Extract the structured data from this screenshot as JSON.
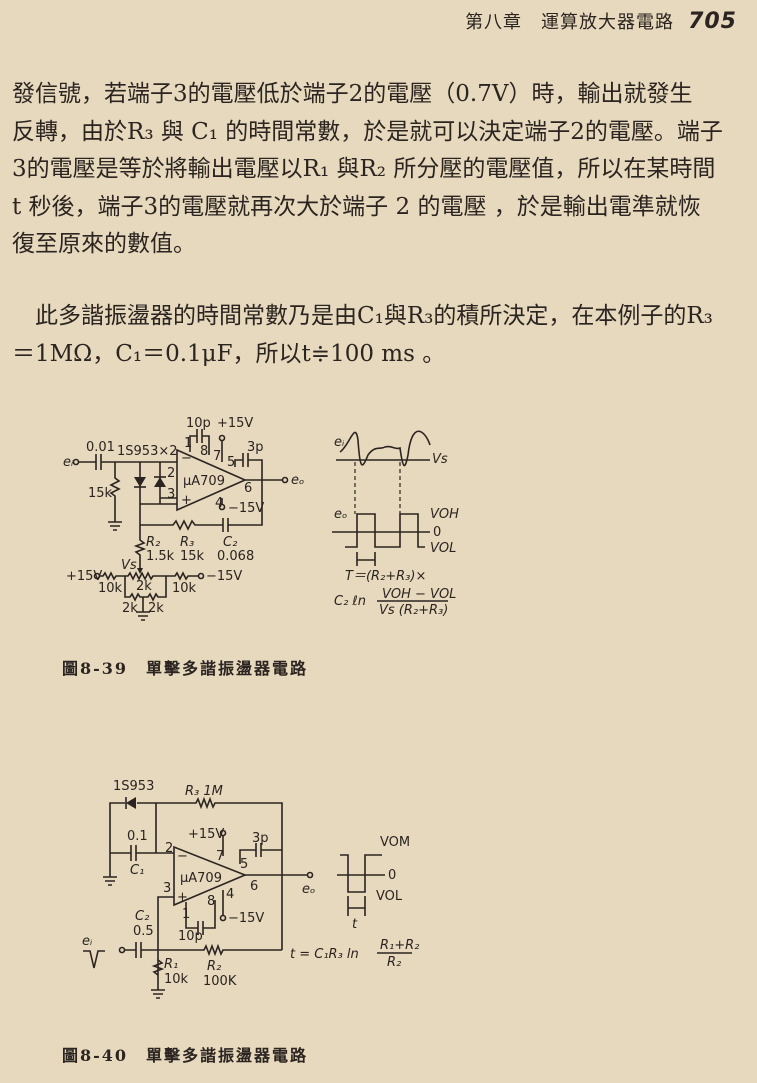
{
  "header": {
    "chapter": "第八章　運算放大器電路",
    "page_number": "705"
  },
  "paragraph1": [
    "發信號，若端子3的電壓低於端子2的電壓（0.7V）時，輸出就發生",
    "反轉，由於R₃ 與 C₁ 的時間常數，於是就可以決定端子2的電壓。端子",
    "3的電壓是等於將輸出電壓以R₁ 與R₂ 所分壓的電壓值，所以在某時間",
    "t 秒後，端子3的電壓就再次大於端子 2 的電壓 ，於是輸出電準就恢",
    "復至原來的數值。"
  ],
  "paragraph2": [
    "　此多諧振盪器的時間常數乃是由C₁與R₃的積所決定，在本例子的R₃",
    "＝1MΩ，C₁＝0.1μF，所以t≑100 ms 。"
  ],
  "figure_8_39": {
    "caption": "圖8-39　單擊多諧振盪器電路",
    "labels": {
      "ei": "eᵢ",
      "c_in": "0.01",
      "diodes": "1S953×2",
      "r_in": "15k",
      "c_comp1": "10p",
      "vplus": "+15V",
      "c_comp2": "3p",
      "pin1": "1",
      "pin8": "8",
      "pin7": "7",
      "pin5": "5",
      "pin2": "2",
      "pin3": "3",
      "pin6": "6",
      "pin4": "4",
      "opamp": "μA709",
      "minus": "−",
      "plus": "+",
      "vminus": "−15V",
      "eo": "eₒ",
      "r2": "R₂",
      "r2_val": "1.5k",
      "r3": "R₃",
      "r3_val": "15k",
      "c2": "C₂",
      "c2_val": "0.068",
      "vs": "Vs",
      "supply_pos": "+15V",
      "supply_neg": "−15V",
      "r_left": "10k",
      "pot": "2k",
      "r_right": "10k",
      "r_low1": "2k",
      "r_low2": "2k",
      "wave_ei": "eᵢ",
      "wave_vs": "Vs",
      "wave_eo": "eₒ",
      "voh": "VOH",
      "zero": "0",
      "vol": "VOL",
      "formula1": "T＝(R₂+R₃)×",
      "formula2_prefix": "C₂ ℓn",
      "formula2_num": "VOH − VOL",
      "formula2_den": "Vs (R₂+R₃)"
    }
  },
  "figure_8_40": {
    "caption": "圖8-40　單擊多諧振盪器電路",
    "labels": {
      "diode": "1S953",
      "r3": "R₃ 1M",
      "c1_val": "0.1",
      "c1": "C₁",
      "vplus": "+15V",
      "c_comp2": "3p",
      "pin2": "2",
      "pin7": "7",
      "pin5": "5",
      "pin3": "3",
      "pin6": "6",
      "pin4": "4",
      "pin1": "1",
      "pin8": "8",
      "opamp": "μA709",
      "minus": "−",
      "plus": "+",
      "vminus": "−15V",
      "eo": "eₒ",
      "c_comp1": "10p",
      "c2": "C₂",
      "c2_val": "0.5",
      "ei": "eᵢ",
      "r1": "R₁",
      "r1_val": "10k",
      "r2": "R₂",
      "r2_val": "100K",
      "vom": "VOM",
      "zero": "0",
      "vol": "VOL",
      "t": "t",
      "formula_left": "t = C₁R₃ ln",
      "formula_num": "R₁+R₂",
      "formula_den": "R₂"
    }
  }
}
